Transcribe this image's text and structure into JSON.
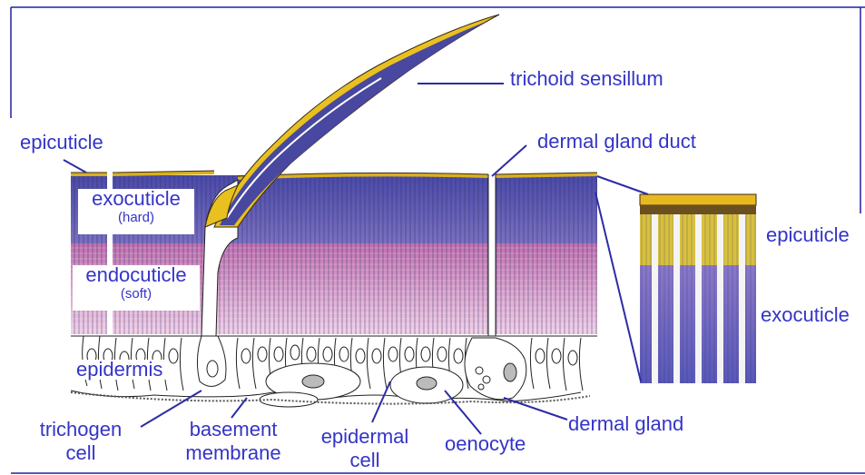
{
  "diagram": {
    "labels": {
      "trichoid_sensillum": "trichoid sensillum",
      "epicuticle_left": "epicuticle",
      "dermal_gland_duct": "dermal gland duct",
      "exocuticle": "exocuticle",
      "exocuticle_note": "(hard)",
      "endocuticle": "endocuticle",
      "endocuticle_note": "(soft)",
      "epidermis": "epidermis",
      "trichogen_cell_line1": "trichogen",
      "trichogen_cell_line2": "cell",
      "basement_membrane_line1": "basement",
      "basement_membrane_line2": "membrane",
      "epidermal_cell_line1": "epidermal",
      "epidermal_cell_line2": "cell",
      "oenocyte": "oenocyte",
      "dermal_gland": "dermal gland",
      "inset_epicuticle": "epicuticle",
      "inset_exocuticle": "exocuticle"
    },
    "colors": {
      "label": "#3434c8",
      "leader": "#2c2ca8",
      "exocuticle": "#5a5ab4",
      "endocuticle": "#d08cc0",
      "epicuticle": "#e0b820",
      "frame": "#2020a0"
    }
  }
}
